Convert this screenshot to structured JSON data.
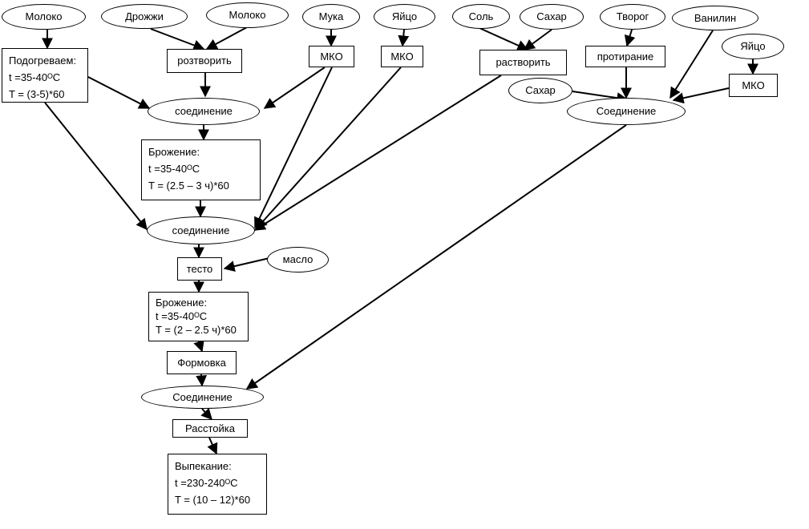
{
  "nodes": {
    "milk1": "Молоко",
    "yeast": "Дрожжи",
    "milk2": "Молоко",
    "flour": "Мука",
    "egg1": "Яйцо",
    "salt": "Соль",
    "sugar1": "Сахар",
    "curd": "Творог",
    "vanillin": "Ванилин",
    "egg2": "Яйцо",
    "dissolve1": "розтворить",
    "mko1": "МКО",
    "mko2": "МКО",
    "dissolve2": "растворить",
    "grinding": "протирание",
    "mko3": "МКО",
    "sugar2": "Сахар",
    "join1": "соединение",
    "join_right": "Соединение",
    "join2": "соединение",
    "dough": "тесто",
    "butter": "масло",
    "forming": "Формовка",
    "join3": "Соединение",
    "proofing": "Расстойка"
  },
  "heat": {
    "title": "Подогреваем:",
    "t": "t =35-40ᴼC",
    "T": "T = (3-5)*60"
  },
  "ferment1": {
    "title": "Брожение:",
    "t": "t =35-40ᴼC",
    "T": "T = (2.5 – 3 ч)*60"
  },
  "ferment2": {
    "title": "Брожение:",
    "t": "t =35-40ᴼC",
    "T": "T = (2 – 2.5 ч)*60"
  },
  "bake": {
    "title": "Выпекание:",
    "t": "t =230-240ᴼC",
    "T": "T = (10 – 12)*60"
  }
}
